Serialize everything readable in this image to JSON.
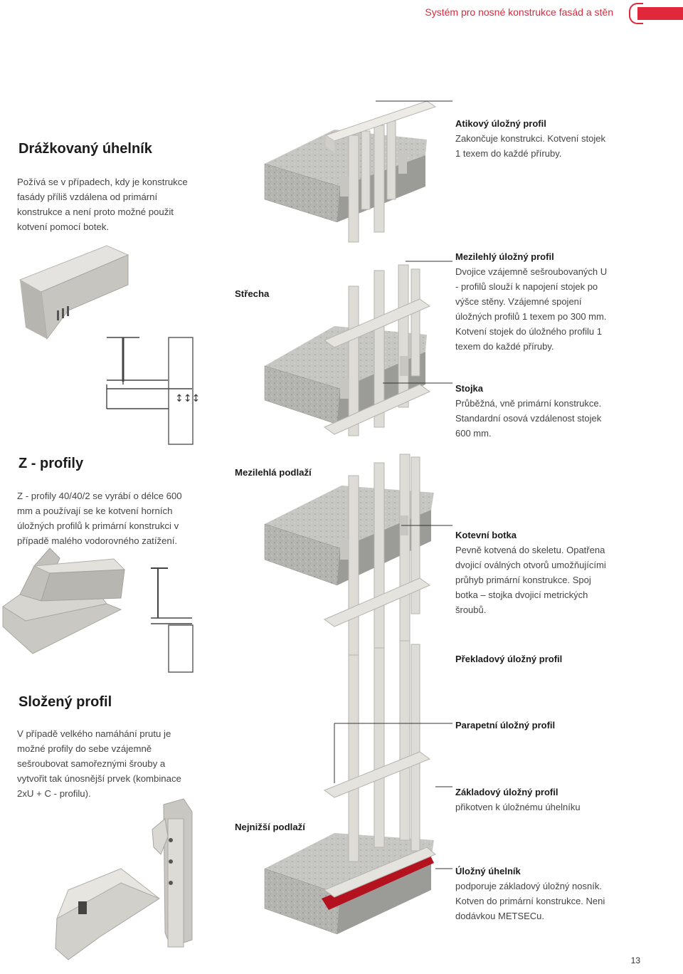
{
  "header": {
    "title": "Systém pro nosné konstrukce fasád a stěn"
  },
  "colors": {
    "accent": "#e0283a",
    "concrete": "#a9a9a6",
    "steel": "#d3d1cc",
    "seal": "#b3121e"
  },
  "sections": [
    {
      "heading": "Drážkovaný úhelník",
      "text": "Požívá se v případech, kdy je konstrukce fasády příliš vzdálena od primární konstrukce a není proto možné použit kotvení pomocí botek."
    },
    {
      "heading": "Z - profily",
      "text": "Z - profily 40/40/2 se vyrábí o délce 600 mm a používají se ke kotvení horních úložných profilů k primární konstrukci v případě malého vodorovného zatížení."
    },
    {
      "heading": "Složený profil",
      "text": "V případě velkého namáhání prutu je možné profily do sebe vzájemně sešroubovat samořeznými šrouby a vytvořit tak únosnější prvek (kombinace 2xU + C - profilu)."
    }
  ],
  "floor_labels": {
    "roof": "Střecha",
    "middle": "Mezilehlá podlaží",
    "lowest": "Nejnižší podlaží"
  },
  "callouts": [
    {
      "title": "Atikový úložný profil",
      "text": "Zakončuje konstrukci. Kotvení stojek 1 texem do každé příruby."
    },
    {
      "title": "Mezilehlý úložný profil",
      "text": "Dvojice vzájemně sešroubovaných U - profilů slouží k napojení stojek po výšce stěny. Vzájemné spojení úložných profilů 1 texem po 300 mm. Kotvení stojek do úložného profilu 1 texem do každé příruby."
    },
    {
      "title": "Stojka",
      "text": "Průběžná, vně primární konstrukce. Standardní osová vzdálenost stojek 600 mm."
    },
    {
      "title": "Kotevní botka",
      "text": "Pevně kotvená do skeletu. Opatřena dvojicí oválných otvorů umožňujícími průhyb primární konstrukce. Spoj botka – stojka dvojicí metrických šroubů."
    },
    {
      "title": "Překladový úložný profil",
      "text": ""
    },
    {
      "title": "Parapetní úložný profil",
      "text": ""
    },
    {
      "title": "Základový úložný profil",
      "text": "přikotven k úložnému úhelníku"
    },
    {
      "title": "Úložný úhelník",
      "text": "podporuje základový úložný nosník. Kotven do primární konstrukce. Neni dodávkou METSECu."
    }
  ],
  "page_number": "13"
}
